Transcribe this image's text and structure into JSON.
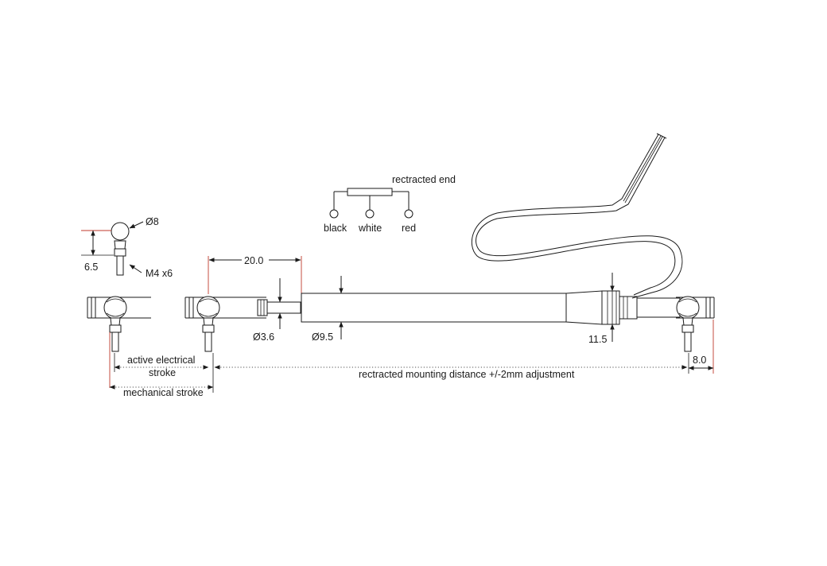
{
  "labels": {
    "ball_diameter": "Ø8",
    "stud_height": "6.5",
    "thread": "M4 x6",
    "rod_extension": "20.0",
    "rod_diameter": "Ø3.6",
    "body_diameter": "Ø9.5",
    "cone_diameter": "11.5",
    "end_offset": "8.0",
    "retracted_end": "rectracted end",
    "wire_black": "black",
    "wire_white": "white",
    "wire_red": "red",
    "active_stroke_line1": "active electrical",
    "active_stroke_line2": "stroke",
    "mechanical_stroke": "mechanical stroke",
    "mounting_distance": "rectracted mounting distance +/-2mm adjustment"
  }
}
